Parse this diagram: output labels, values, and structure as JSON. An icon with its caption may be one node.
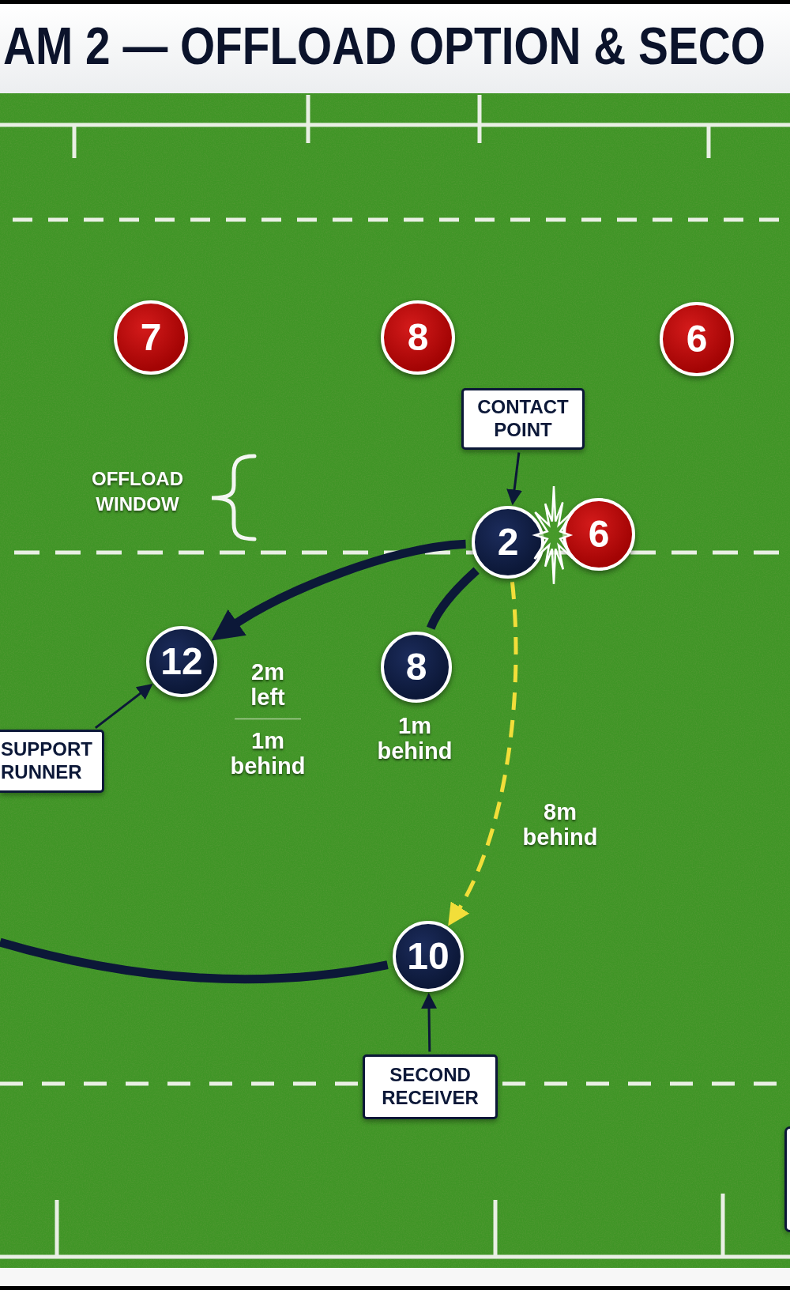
{
  "diagram": {
    "title": "AM 2 — OFFLOAD OPTION & SECO",
    "nodes": [
      {
        "text": [
          "7"
        ]
      },
      {
        "text": [
          "8"
        ]
      },
      {
        "text": [
          "6"
        ]
      },
      {
        "text": [
          "CONTACT POINT"
        ]
      },
      {
        "text": [
          "2"
        ]
      },
      {
        "text": [
          "6"
        ]
      },
      {
        "text": [
          "12"
        ],
        "beside": [
          "2m left",
          "1m behind"
        ]
      },
      {
        "text": [
          "8"
        ],
        "beside": [
          "1m behind"
        ]
      },
      {
        "text": [
          "SUPPORT RUNNER"
        ]
      },
      {
        "text": [
          "10"
        ]
      },
      {
        "text": [
          "SECOND RECEIVER"
        ]
      },
      {
        "text": [],
        "shape": "box"
      }
    ],
    "edges": [
      {
        "from": 3,
        "to": 4,
        "arrow": "to"
      },
      {
        "from": 4,
        "to": 6,
        "arrow": "to",
        "style": "thick"
      },
      {
        "from": 4,
        "to": 7,
        "arrow": "none",
        "style": "thick"
      },
      {
        "from": 4,
        "to": 9,
        "arrow": "to",
        "style": "dashed",
        "color": "#f2de3a",
        "label": "8m behind"
      },
      {
        "from": 8,
        "to": 6,
        "arrow": "to"
      },
      {
        "from": null,
        "to": 9,
        "arrow": "none",
        "style": "thick"
      },
      {
        "from": 10,
        "to": 9,
        "arrow": "to"
      }
    ],
    "labels": [
      "OFFLOAD WINDOW"
    ]
  }
}
